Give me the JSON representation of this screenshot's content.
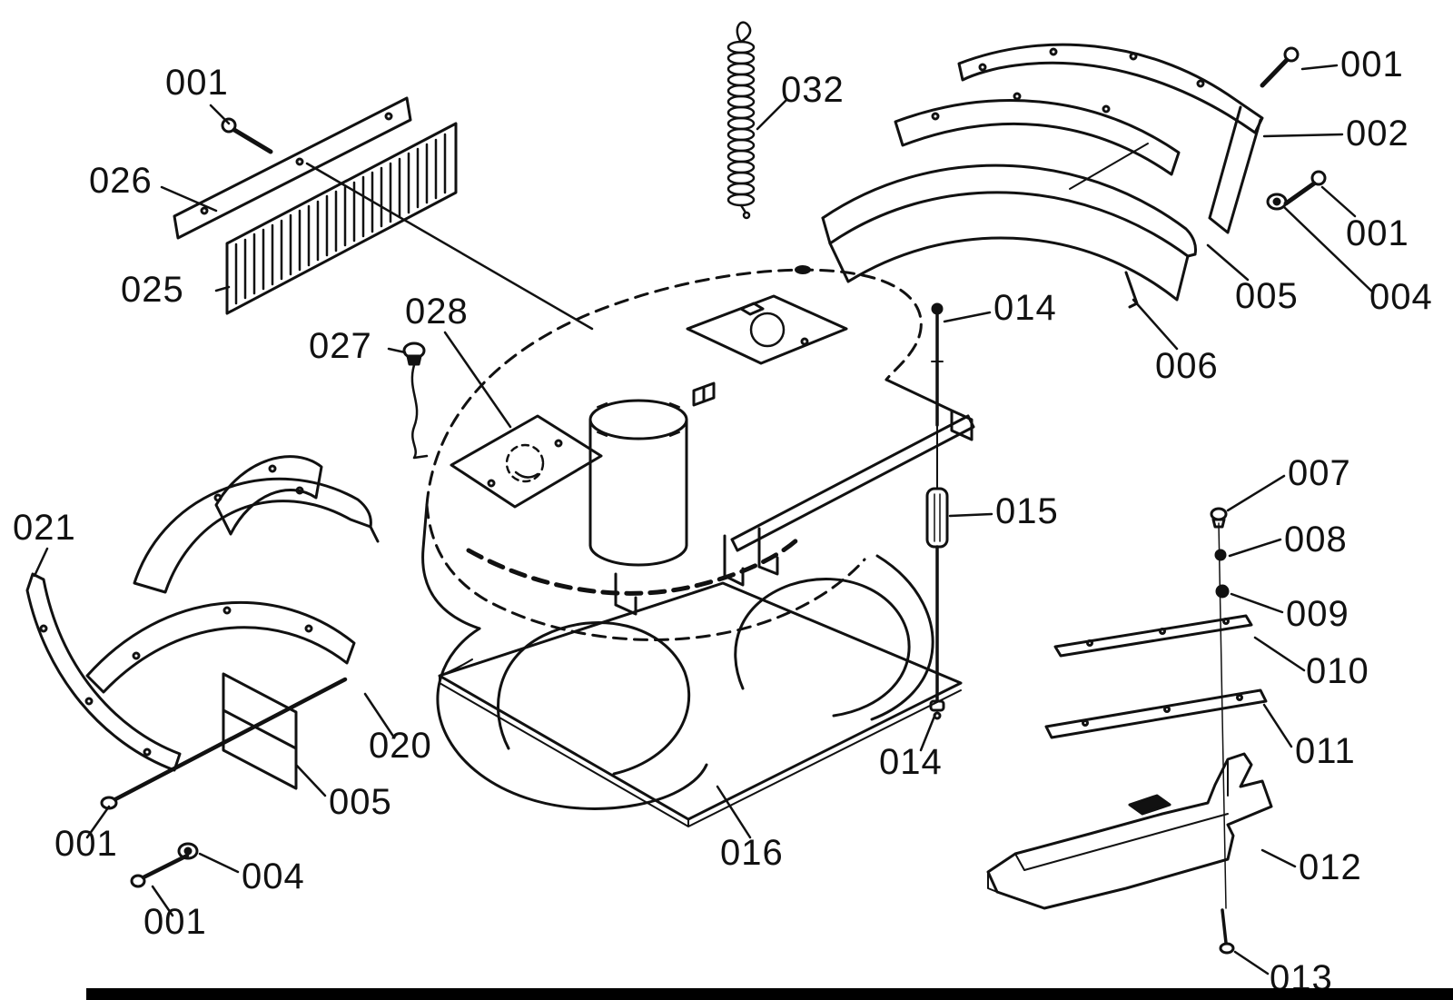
{
  "diagram": {
    "colors": {
      "line": "#111111",
      "background": "#ffffff",
      "bar": "#000000"
    },
    "labels": [
      {
        "text": "001"
      },
      {
        "text": "026"
      },
      {
        "text": "025"
      },
      {
        "text": "027"
      },
      {
        "text": "028"
      },
      {
        "text": "032"
      },
      {
        "text": "001"
      },
      {
        "text": "002"
      },
      {
        "text": "001"
      },
      {
        "text": "005"
      },
      {
        "text": "004"
      },
      {
        "text": "006"
      },
      {
        "text": "014"
      },
      {
        "text": "015"
      },
      {
        "text": "007"
      },
      {
        "text": "008"
      },
      {
        "text": "009"
      },
      {
        "text": "010"
      },
      {
        "text": "011"
      },
      {
        "text": "021"
      },
      {
        "text": "020"
      },
      {
        "text": "005"
      },
      {
        "text": "001"
      },
      {
        "text": "004"
      },
      {
        "text": "001"
      },
      {
        "text": "014"
      },
      {
        "text": "016"
      },
      {
        "text": "012"
      },
      {
        "text": "013"
      }
    ]
  }
}
